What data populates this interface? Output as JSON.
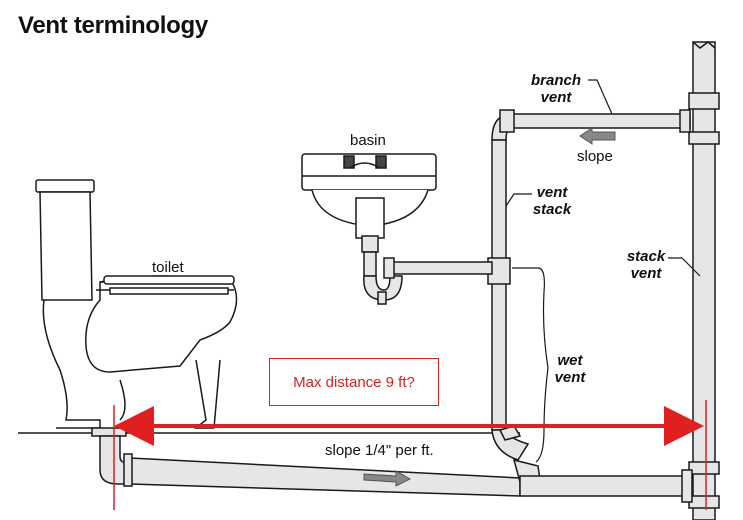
{
  "title": "Vent terminology",
  "labels": {
    "toilet": "toilet",
    "basin": "basin",
    "branch_vent_1": "branch",
    "branch_vent_2": "vent",
    "slope": "slope",
    "vent_stack_1": "vent",
    "vent_stack_2": "stack",
    "stack_vent_1": "stack",
    "stack_vent_2": "vent",
    "wet_vent_1": "wet",
    "wet_vent_2": "vent",
    "drain_slope": "slope 1/4\" per ft."
  },
  "callout": "Max distance 9 ft?",
  "colors": {
    "pipe_fill": "#e6e6e6",
    "line": "#1a1a1a",
    "annotation": "#e02020"
  }
}
